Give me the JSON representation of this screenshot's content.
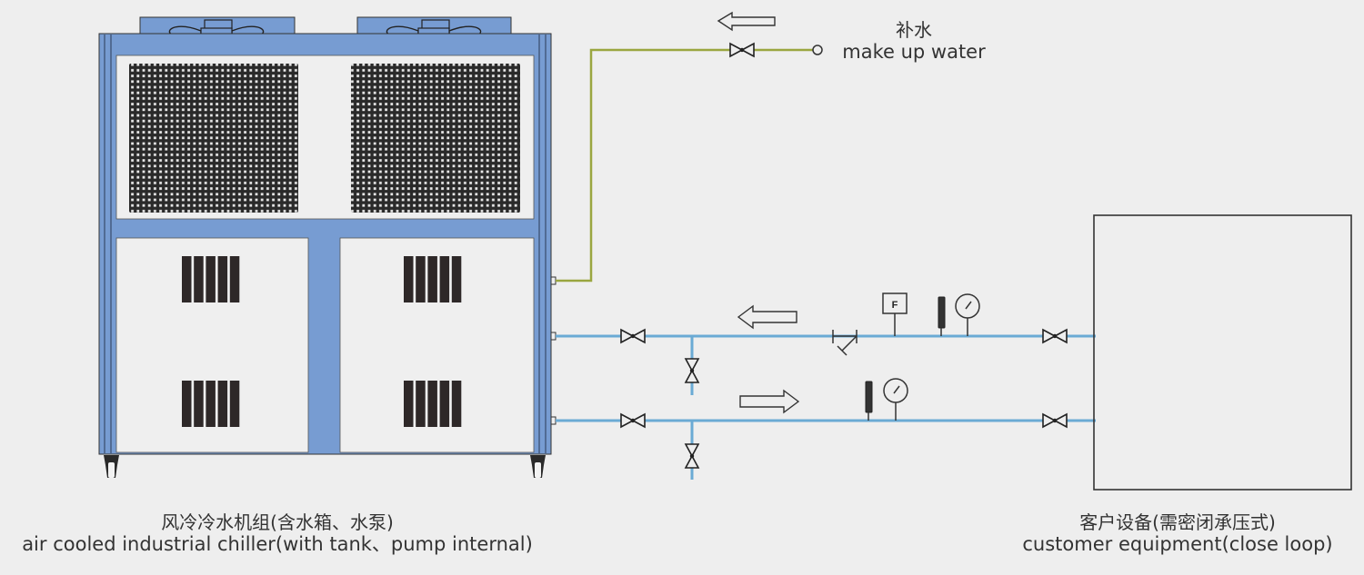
{
  "diagram": {
    "title": "Air cooled chiller closed-loop piping diagram",
    "colors": {
      "background": "#eeeeee",
      "chiller_frame": "#779cd2",
      "chiller_panel": "#efefef",
      "outline": "#2b2b2b",
      "grille": "#2e2828",
      "supply_return_pipe": "#6aaad4",
      "makeup_pipe": "#9aa640"
    },
    "labels": {
      "makeup_water_cn": "补水",
      "makeup_water_en": "make up water",
      "chiller_cn": "风冷冷水机组(含水箱、水泵)",
      "chiller_en": "air cooled industrial chiller(with tank、pump internal)",
      "customer_cn": "客户设备(需密闭承压式)",
      "customer_en": "customer equipment(close loop)",
      "flow_switch_symbol": "F"
    },
    "components": {
      "chiller": {
        "fans": 2,
        "condenser_grilles": 2,
        "vent_groups": 4,
        "casters": 2
      },
      "makeup_line": {
        "valves": 1,
        "flow_direction": "left",
        "inlet": "open-circle"
      },
      "return_line": {
        "valves": 2,
        "bypass_valves": 1,
        "strainer": 1,
        "flow_switch": 1,
        "thermometer": 1,
        "pressure_gauge": 1,
        "flow_direction": "left"
      },
      "supply_line": {
        "valves": 2,
        "bypass_valves": 1,
        "thermometer": 1,
        "pressure_gauge": 1,
        "flow_direction": "right"
      },
      "customer_equipment": {
        "type": "closed-loop box"
      }
    }
  }
}
